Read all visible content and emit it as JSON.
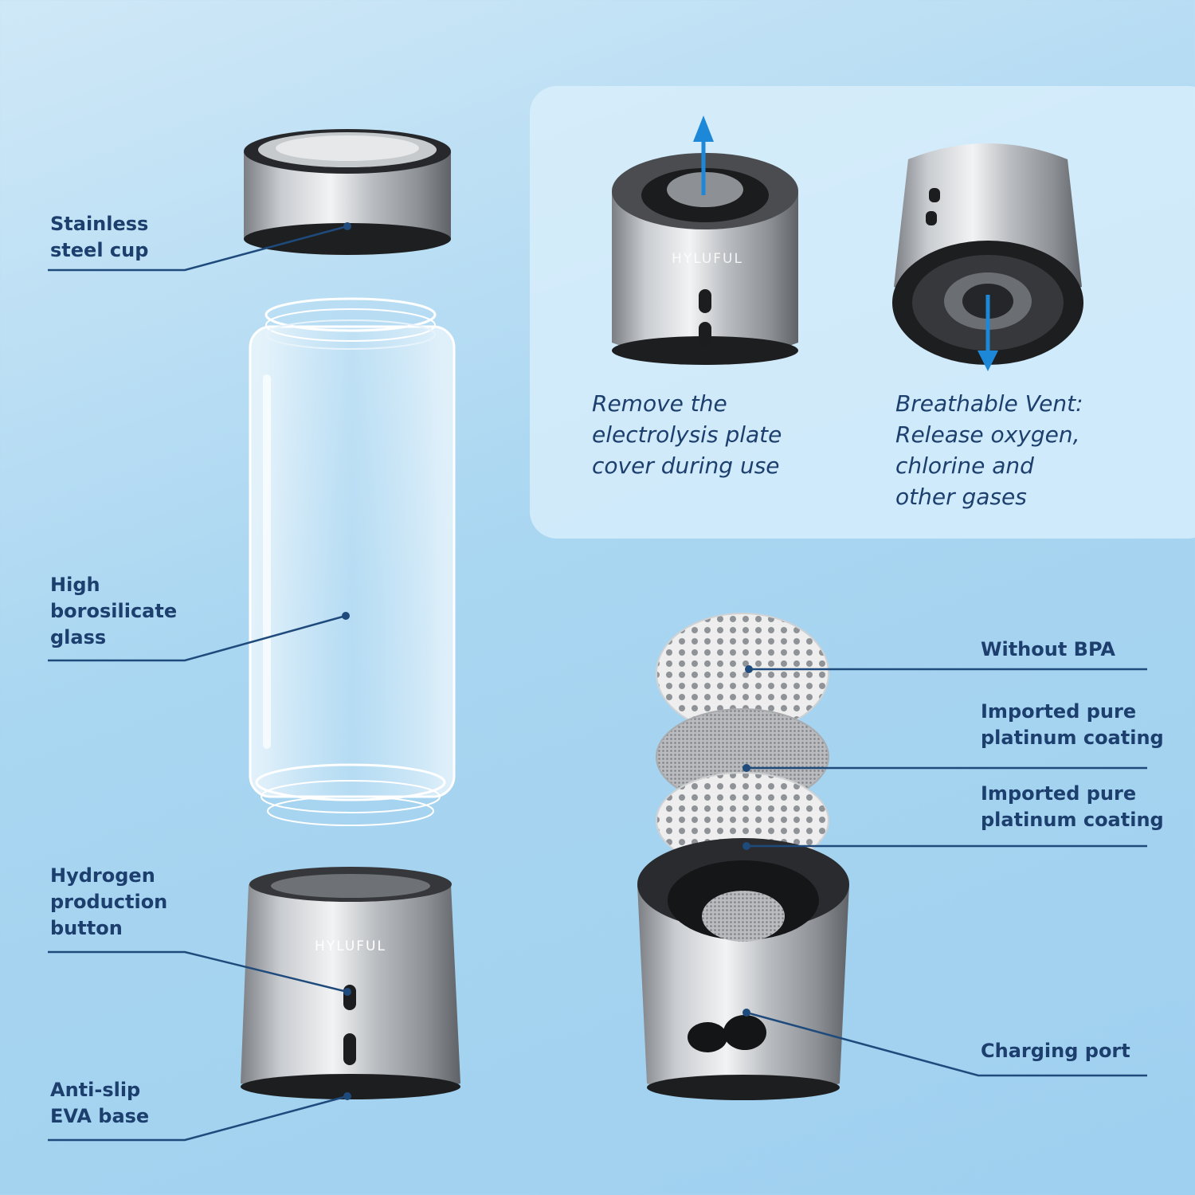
{
  "left_labels": {
    "cup": "Stainless\nsteel cup",
    "glass": "High\nborosilicate\nglass",
    "button": "Hydrogen\nproduction\nbutton",
    "base": "Anti-slip\nEVA base"
  },
  "panel": {
    "remove_caption": "Remove the\nelectrolysis plate\ncover during use",
    "vent_caption": "Breathable Vent:\nRelease oxygen,\nchlorine and\nother gases"
  },
  "right_labels": {
    "bpa": "Without BPA",
    "platinum_1": "Imported pure\nplatinum coating",
    "platinum_2": "Imported pure\nplatinum coating",
    "charging": "Charging port"
  },
  "brand": {
    "logo_text": "HYLUFUL"
  },
  "colors": {
    "label_text": "#1c3f6e",
    "leader_line": "#1f4a7c",
    "arrow": "#1e88d8"
  }
}
